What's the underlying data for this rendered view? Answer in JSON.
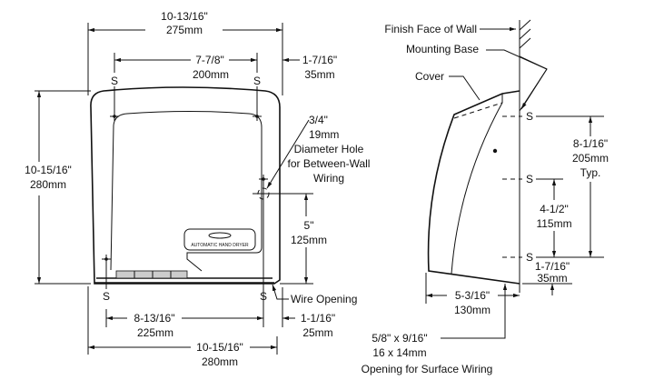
{
  "front_view": {
    "overall_width": {
      "in": "10-13/16\"",
      "mm": "275mm"
    },
    "top_stud_spacing": {
      "in": "7-7/8\"",
      "mm": "200mm"
    },
    "top_right_offset": {
      "in": "1-7/16\"",
      "mm": "35mm"
    },
    "overall_height": {
      "in": "10-15/16\"",
      "mm": "280mm"
    },
    "hole": {
      "in": "3/4\"",
      "mm": "19mm",
      "line1": "Diameter Hole",
      "line2": "for Between-Wall",
      "line3": "Wiring"
    },
    "hole_height": {
      "in": "5\"",
      "mm": "125mm"
    },
    "wire_opening": "Wire Opening",
    "bottom_stud_spacing": {
      "in": "8-13/16\"",
      "mm": "225mm"
    },
    "bottom_right_offset": {
      "in": "1-1/16\"",
      "mm": "25mm"
    },
    "bottom_width": {
      "in": "10-15/16\"",
      "mm": "280mm"
    },
    "stud_label": "S",
    "nameplate": "AUTOMATIC HAND DRYER"
  },
  "side_view": {
    "finish_face": "Finish Face of Wall",
    "mounting_base": "Mounting Base",
    "cover": "Cover",
    "stud_label": "S",
    "stud_spacing": {
      "in": "8-1/16\"",
      "mm": "205mm",
      "note": "Typ."
    },
    "mid_spacing": {
      "in": "4-1/2\"",
      "mm": "115mm"
    },
    "bottom_offset": {
      "in": "1-7/16\"",
      "mm": "35mm"
    },
    "depth": {
      "in": "5-3/16\"",
      "mm": "130mm"
    },
    "opening": {
      "in": "5/8\" x 9/16\"",
      "mm": "16 x 14mm",
      "label": "Opening for Surface Wiring"
    }
  }
}
